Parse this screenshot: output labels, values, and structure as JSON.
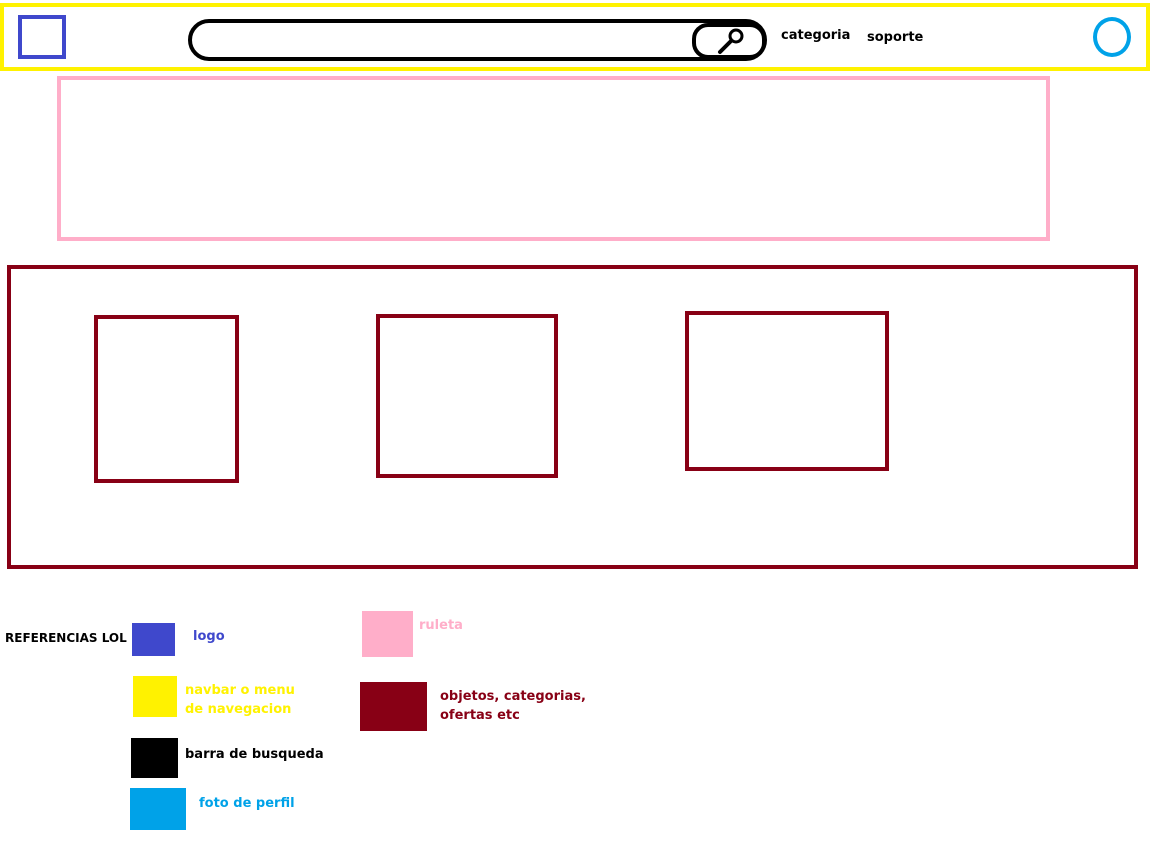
{
  "navbar": {
    "search": {
      "value": ""
    },
    "links": {
      "categoria": "categoria",
      "soporte": "soporte"
    }
  },
  "legend": {
    "title": "REFERENCIAS LOL",
    "items": {
      "logo": {
        "label": "logo",
        "color": "#3f48cc"
      },
      "navbar": {
        "label_line1": "navbar o menu",
        "label_line2": "de navegacion",
        "color": "#fff200"
      },
      "search": {
        "label": "barra de busqueda",
        "color": "#000000"
      },
      "profile": {
        "label": "foto de perfil",
        "color": "#00a2e8"
      },
      "ruleta": {
        "label": "ruleta",
        "color": "#ffaec9"
      },
      "objects": {
        "label_line1": "objetos, categorias,",
        "label_line2": "ofertas etc",
        "color": "#880015"
      }
    }
  },
  "icons": {
    "logo": "logo-square",
    "search": "magnifier-icon",
    "profile": "profile-circle-icon"
  }
}
